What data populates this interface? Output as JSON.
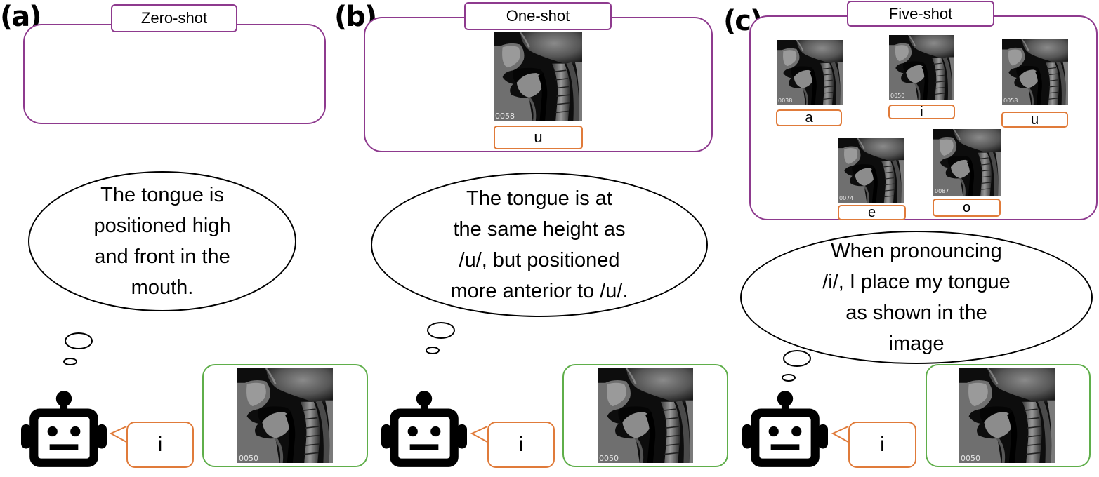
{
  "panels": [
    {
      "letter": "(a)",
      "shot_title": "Zero-shot",
      "examples": [],
      "thought_lines": [
        "The tongue is",
        "positioned high",
        "and front in the",
        "mouth."
      ],
      "answer": "i",
      "result_image_id": "0050"
    },
    {
      "letter": "(b)",
      "shot_title": "One-shot",
      "examples": [
        {
          "image_id": "0058",
          "vowel": "u"
        }
      ],
      "thought_lines": [
        "The tongue is at",
        "the same height as",
        "/u/, but positioned",
        "more anterior to /u/."
      ],
      "answer": "i",
      "result_image_id": "0050"
    },
    {
      "letter": "(c)",
      "shot_title": "Five-shot",
      "examples": [
        {
          "image_id": "0038",
          "vowel": "a"
        },
        {
          "image_id": "0050",
          "vowel": "i"
        },
        {
          "image_id": "0058",
          "vowel": "u"
        },
        {
          "image_id": "0074",
          "vowel": "e"
        },
        {
          "image_id": "0087",
          "vowel": "o"
        }
      ],
      "thought_lines": [
        "When pronouncing",
        "/i/, I place my tongue",
        "as shown in the",
        "image"
      ],
      "answer": "i",
      "result_image_id": "0050"
    }
  ],
  "icons": {
    "agent": "robot-icon",
    "mri": "mri-midsagittal-image"
  },
  "colors": {
    "shot_border": "#8e3a8e",
    "label_border": "#e07b3a",
    "result_border": "#5fae4a",
    "text": "#000000"
  }
}
